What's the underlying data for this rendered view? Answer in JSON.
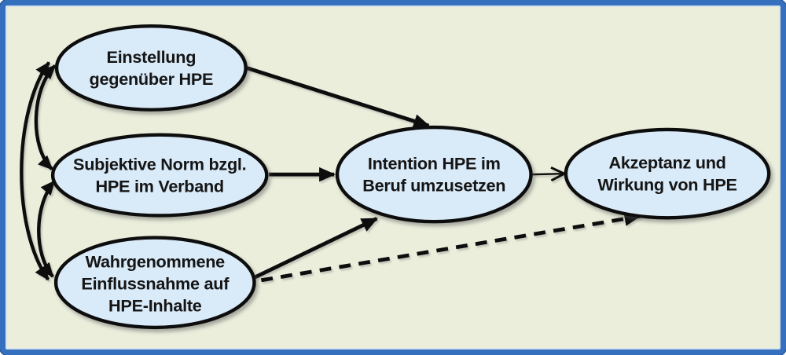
{
  "diagram": {
    "background_color": "#eaeedb",
    "frame_color": "#3470bd",
    "node_fill_color": "#d9eaf8",
    "node_stroke_color": "#0d0d0d",
    "edge_color": "#0d0d0d",
    "nodes": [
      {
        "id": "einstellung",
        "lines": [
          "Einstellung",
          "gegenüber HPE"
        ]
      },
      {
        "id": "subjektive-norm",
        "lines": [
          "Subjektive Norm bzgl.",
          "HPE im Verband"
        ]
      },
      {
        "id": "wahrgenommene-einflussnahme",
        "lines": [
          "Wahrgenommene",
          "Einflussnahme auf",
          "HPE-Inhalte"
        ]
      },
      {
        "id": "intention",
        "lines": [
          "Intention HPE im",
          "Beruf umzusetzen"
        ]
      },
      {
        "id": "akzeptanz-wirkung",
        "lines": [
          "Akzeptanz und",
          "Wirkung von HPE"
        ]
      }
    ],
    "edges": [
      {
        "from": "einstellung",
        "to": "intention",
        "style": "solid-thick-arrow"
      },
      {
        "from": "subjektive-norm",
        "to": "intention",
        "style": "solid-thick-arrow"
      },
      {
        "from": "wahrgenommene-einflussnahme",
        "to": "intention",
        "style": "solid-thick-arrow"
      },
      {
        "from": "intention",
        "to": "akzeptanz-wirkung",
        "style": "solid-thin-arrow"
      },
      {
        "from": "wahrgenommene-einflussnahme",
        "to": "akzeptanz-wirkung",
        "style": "dashed-thick-arrow"
      },
      {
        "from": "einstellung",
        "to": "subjektive-norm",
        "style": "curved-double-headed-arrow"
      },
      {
        "from": "subjektive-norm",
        "to": "wahrgenommene-einflussnahme",
        "style": "curved-double-headed-arrow"
      },
      {
        "from": "einstellung",
        "to": "wahrgenommene-einflussnahme",
        "style": "curved-double-headed-arrow"
      }
    ]
  }
}
